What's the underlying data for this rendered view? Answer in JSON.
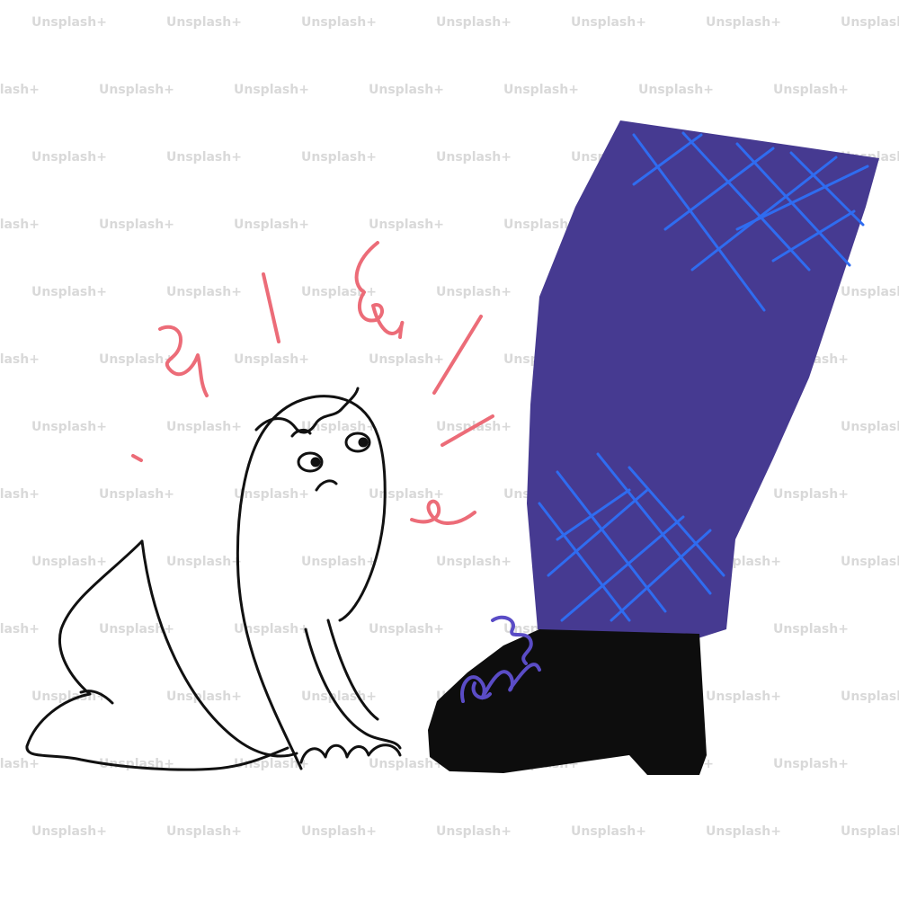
{
  "watermark": {
    "text": "Unsplash+",
    "color": "#d9d9d9"
  },
  "colors": {
    "background": "#ffffff",
    "outline": "#111111",
    "trousers": "#463a91",
    "plaid": "#2f6cf0",
    "boot": "#0d0d0d",
    "laces": "#5a4cc6",
    "pain_marks": "#ec6c78"
  },
  "scene": {
    "figures": [
      "small-crouching-creature",
      "trouser-leg-with-boot"
    ]
  }
}
